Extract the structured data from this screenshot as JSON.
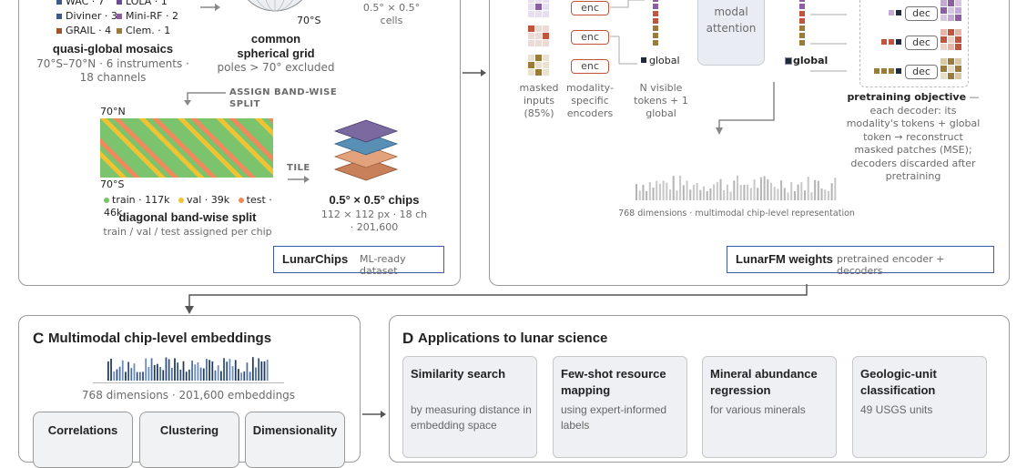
{
  "panel_a": {
    "instruments": [
      "WAC · 7",
      "LOLA · 1",
      "Diviner · 3",
      "Mini-RF · 2",
      "GRAIL · 4",
      "Clem. · 1"
    ],
    "instrument_colors": [
      "#3d5a8a",
      "#6a4c93",
      "#3d5a8a",
      "#8e5ea2",
      "#a0522d",
      "#9b7b3a"
    ],
    "mosaic_title": "quasi-global mosaics",
    "mosaic_sub": "70°S–70°N · 6 instruments · 18 channels",
    "sphere_label": "70°S",
    "grid_title": "common spherical grid",
    "grid_sub": "poles > 70° excluded",
    "cells": "0.5° × 0.5° cells",
    "assign_label": "ASSIGN BAND-WISE SPLIT",
    "lat_top": "70°N",
    "lat_bottom": "70°S",
    "legend": [
      {
        "label": "train · 117k",
        "color": "#7cc36e"
      },
      {
        "label": "val · 39k",
        "color": "#f1c232"
      },
      {
        "label": "test · 46k",
        "color": "#f08a5d"
      }
    ],
    "split_title": "diagonal band-wise split",
    "split_sub": "train / val / test assigned per chip",
    "tile_label": "TILE",
    "chips_title": "0.5° × 0.5° chips",
    "chips_sub": "112 × 112 px · 18 ch · 201,600",
    "dataset_name": "LunarChips",
    "dataset_desc": "ML-ready dataset"
  },
  "panel_b": {
    "enc_label": "enc",
    "dec_label": "dec",
    "attention": "modal attention",
    "global_label": "global",
    "masked_inputs": "masked inputs (85%)",
    "encoders": "modality-specific encoders",
    "visible_tokens": "N visible tokens + 1 global",
    "objective_bold": "pretraining objective",
    "objective_text": " — each decoder: its modality's tokens + global token → reconstruct masked patches (MSE); decoders discarded after pretraining",
    "repr_caption": "768 dimensions · multimodal chip-level representation",
    "weights_name": "LunarFM weights",
    "weights_desc": "pretrained encoder + decoders"
  },
  "panel_c": {
    "letter": "C",
    "title": "Multimodal chip-level embeddings",
    "caption": "768 dimensions · 201,600 embeddings",
    "cards": [
      "Correlations",
      "Clustering",
      "Dimensionality"
    ]
  },
  "panel_d": {
    "letter": "D",
    "title": "Applications to lunar science",
    "cards": [
      {
        "title": "Similarity search",
        "desc": "by measuring distance in embedding space"
      },
      {
        "title": "Few-shot resource mapping",
        "desc": "using expert-informed labels"
      },
      {
        "title": "Mineral abundance regression",
        "desc": "for various minerals"
      },
      {
        "title": "Geologic-unit classification",
        "desc": "49 USGS units"
      }
    ]
  }
}
